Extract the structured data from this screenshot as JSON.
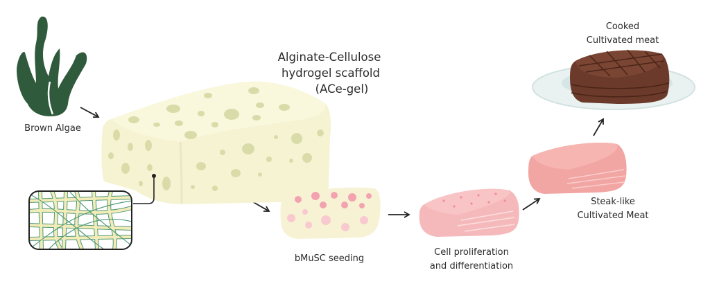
{
  "labels": {
    "brown_algae": "Brown Algae",
    "scaffold_line1": "Alginate-Cellulose",
    "scaffold_line2": "hydrogel scaffold",
    "scaffold_line3": "(ACe-gel)",
    "seeding": "bMuSC seeding",
    "proliferation_line1": "Cell proliferation",
    "proliferation_line2": "and differentiation",
    "steak_line1": "Steak-like",
    "steak_line2": "Cultivated Meat",
    "cooked_line1": "Cooked",
    "cooked_line2": "Cultivated meat"
  },
  "colors": {
    "algae": "#2f5a3c",
    "scaffold": "#f6f3d2",
    "scaffold_pore": "#d9dca9",
    "fiber": "#f3ecb8",
    "fiber_outline": "#4f9a78",
    "cell_pink": "#f3a3b0",
    "raw_meat": "#f2a6a4",
    "cooked_meat": "#6b3a2a",
    "plate": "#dce9e8"
  }
}
